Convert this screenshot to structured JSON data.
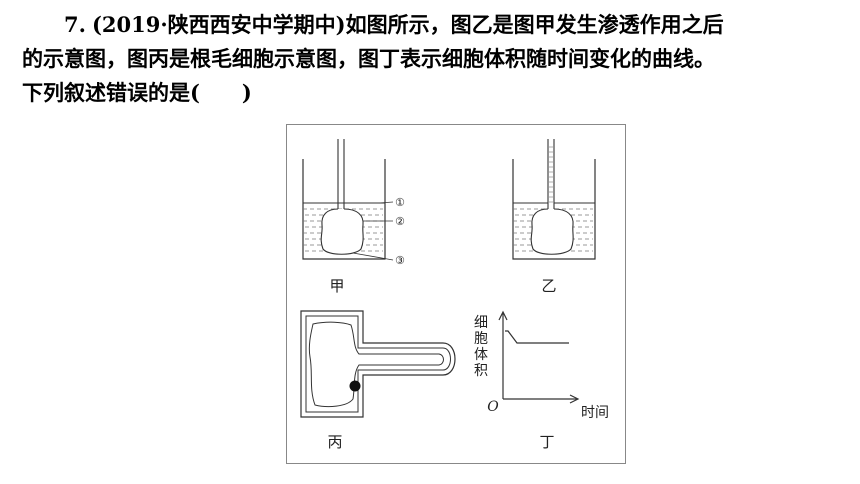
{
  "question": {
    "number": "7.",
    "source": "(2019·陕西西安中学期中)",
    "line1": "如图所示，图乙是图甲发生渗透作用之后",
    "line2": "的示意图，图丙是根毛细胞示意图，图丁表示细胞体积随时间变化的曲线。",
    "line3": "下列叙述错误的是(　　)"
  },
  "figure": {
    "jia": {
      "caption": "甲",
      "labels": [
        "①",
        "②",
        "③"
      ]
    },
    "yi": {
      "caption": "乙"
    },
    "bing": {
      "caption": "丙"
    },
    "ding": {
      "caption": "丁",
      "ylabel_chars": [
        "细",
        "胞",
        "体",
        "积"
      ],
      "origin": "O",
      "xlabel": "时间"
    }
  }
}
